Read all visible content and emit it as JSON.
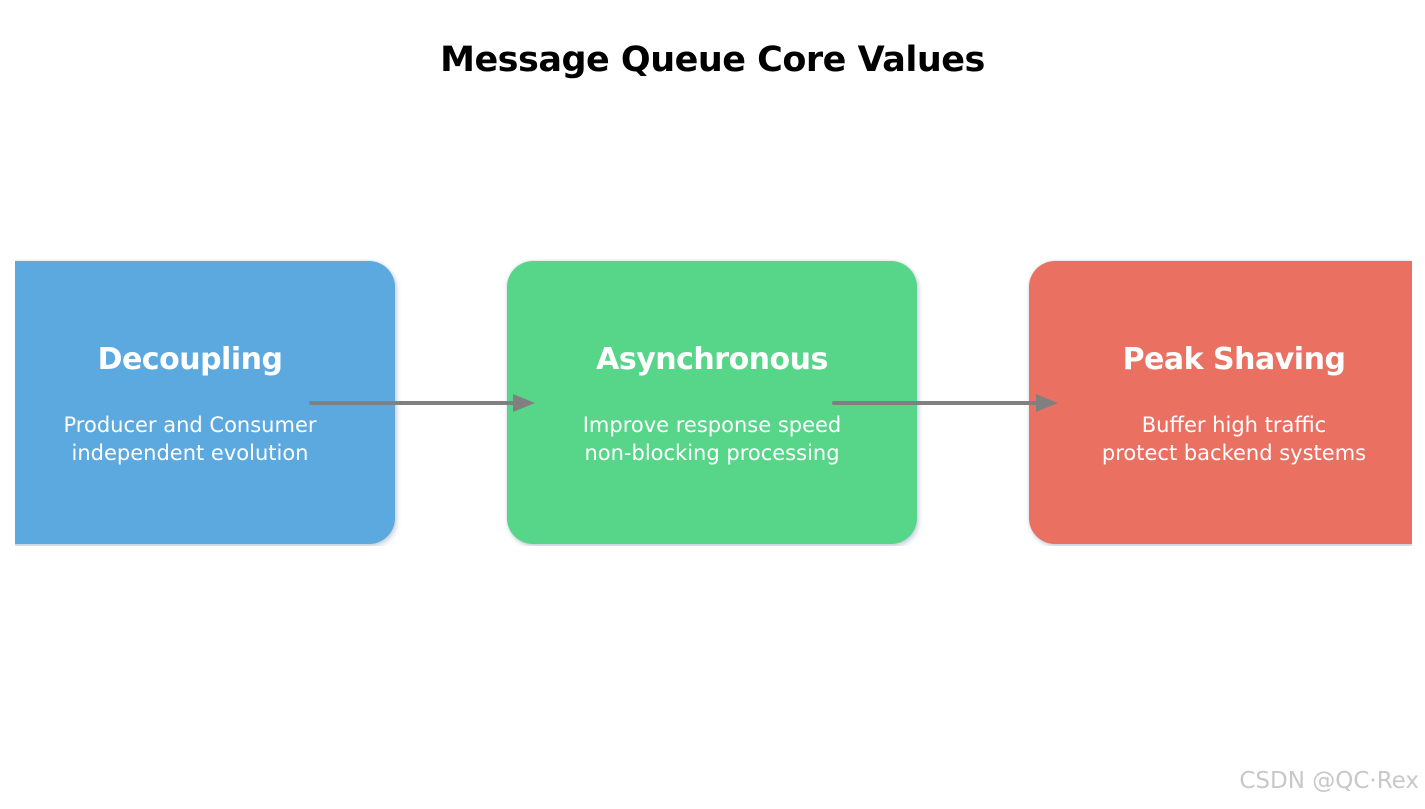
{
  "page": {
    "title": "Message Queue Core Values",
    "background": "#ffffff"
  },
  "diagram": {
    "arrow_color": "#808080",
    "cards": [
      {
        "title": "Decoupling",
        "line1": "Producer and Consumer",
        "line2": "independent evolution",
        "color": "#5BA9DF"
      },
      {
        "title": "Asynchronous",
        "line1": "Improve response speed",
        "line2": "non-blocking processing",
        "color": "#57D68A"
      },
      {
        "title": "Peak Shaving",
        "line1": "Buffer high traffic",
        "line2": "protect backend systems",
        "color": "#EA7061"
      }
    ],
    "arrows": [
      {
        "from": "Decoupling",
        "to": "Asynchronous"
      },
      {
        "from": "Asynchronous",
        "to": "Peak Shaving"
      }
    ]
  },
  "watermark": {
    "text": "CSDN @QC·Rex",
    "color": "#c8c8c8"
  }
}
